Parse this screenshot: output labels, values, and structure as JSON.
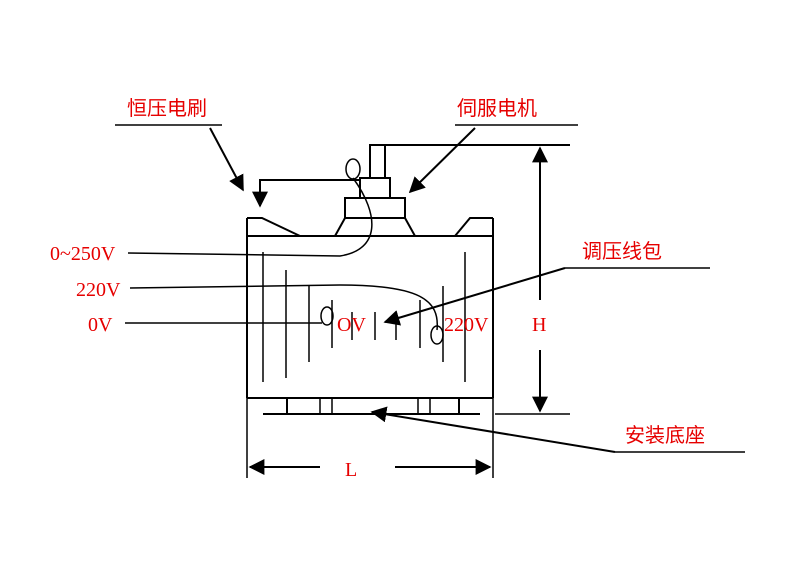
{
  "labels": {
    "brush": "恒压电刷",
    "servo_motor": "伺服电机",
    "coil": "调压线包",
    "base": "安装底座",
    "out_range": "0~250V",
    "in_220_left": "220V",
    "zero_left": "0V",
    "zero_inner": "OV",
    "in_220_right": "220V",
    "height": "H",
    "length": "L"
  },
  "colors": {
    "label": "#e60000",
    "line": "#000000",
    "background": "#ffffff"
  }
}
